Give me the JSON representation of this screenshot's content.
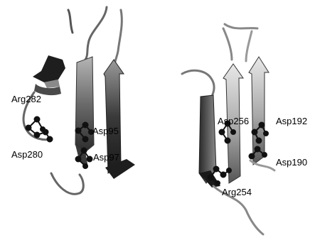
{
  "labels": {
    "left": {
      "arg282": "Arg282",
      "asp280": "Asp280",
      "asp95": "Asp95",
      "asp97": "Asp97"
    },
    "right": {
      "asp256": "Asp256",
      "asp192": "Asp192",
      "asp190": "Asp190",
      "arg254": "Arg254"
    }
  },
  "colors": {
    "background": "#ffffff",
    "ink": "#000000",
    "coil": "#5a5a5a",
    "strand_dark": "#2b2b2b",
    "strand_mid": "#6e6e6e",
    "strand_light": "#bdbdbd"
  }
}
